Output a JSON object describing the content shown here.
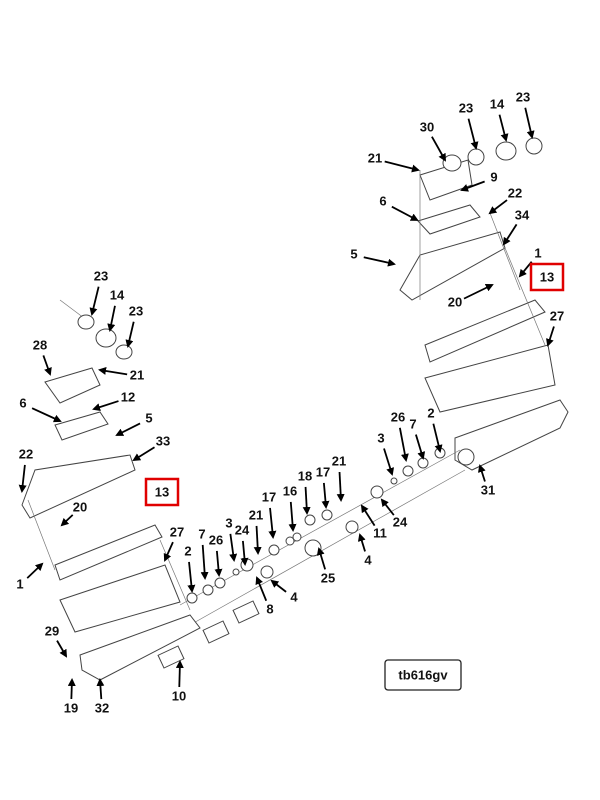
{
  "diagram": {
    "reference_code": "tb616gv",
    "highlight_color": "#e00000",
    "labels": [
      "30",
      "23",
      "14",
      "23",
      "21",
      "9",
      "22",
      "6",
      "34",
      "5",
      "1",
      "20",
      "27",
      "26",
      "7",
      "2",
      "3",
      "31",
      "24",
      "11",
      "4",
      "21",
      "17",
      "18",
      "16",
      "17",
      "21",
      "24",
      "3",
      "26",
      "7",
      "2",
      "25",
      "8",
      "4",
      "10",
      "23",
      "14",
      "23",
      "28",
      "21",
      "6",
      "12",
      "5",
      "33",
      "22",
      "20",
      "27",
      "1",
      "29",
      "19",
      "32"
    ],
    "highlighted_labels": [
      "13",
      "13"
    ]
  }
}
